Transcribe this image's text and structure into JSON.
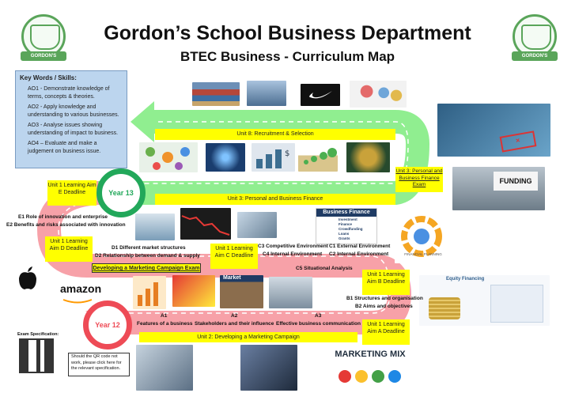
{
  "header": {
    "title": "Gordon’s School Business Department",
    "subtitle": "BTEC Business - Curriculum Map",
    "crest_text": "GORDON'S"
  },
  "key_words": {
    "heading": "Key Words / Skills:",
    "items": [
      "AO1 - Demonstrate knowledge of terms, concepts & theories.",
      "AO2 - Apply knowledge and understanding to various businesses.",
      "AO3 - Analyse issues showing understanding of impact to business.",
      "AO4 – Evaluate and make a judgement on business issue."
    ]
  },
  "years": {
    "year13": "Year  13",
    "year12": "Year  12"
  },
  "units": {
    "unit8": "Unit 8: Recruitment & Selection",
    "unit3": "Unit 3: Personal and Business Finance",
    "unit2": "Unit 2: Developing a Marketing Campaign",
    "unit3_exam": "Unit 3: Personal and Business Finance Exam",
    "unit2_exam": "Developing a Marketing Campaign Exam"
  },
  "aims": {
    "aim_e": "Unit 1 Learning Aim E Deadline",
    "aim_d": "Unit 1 Learning Aim D Deadline",
    "aim_c": "Unit 1 Learning Aim C Deadline",
    "aim_b": "Unit 1 Learning Aim B Deadline",
    "aim_a": "Unit 1 Learning Aim A Deadline"
  },
  "topics": {
    "e1": "E1 Role of innovation and enterprise",
    "e2": "E2 Benefits and risks associated with innovation",
    "d1": "D1 Different market structures",
    "d2": "D2 Relationship between demand & supply",
    "c3": "C3 Competitive Environment",
    "c1": "C1 External Environment",
    "c4": "C4 Internal Environment",
    "c2": "C2 Internal Environment",
    "c5": "C5 Situational Analysis",
    "b1": "B1 Structures and organisation",
    "b2": "B2 Aims and objectives",
    "a1_num": "A1",
    "a1": "Features of a business",
    "a2_num": "A2",
    "a2": "Stakeholders and their influence",
    "a3_num": "A3",
    "a3": "Effective business communication"
  },
  "images": {
    "business_finance_title": "Business Finance",
    "funding_text": "FUNDING",
    "market_text": "Market",
    "amazon_text": "amazon",
    "marketing_mix": "MARKETING MIX",
    "equity_title": "Equity Financing",
    "financial_planning": "FINANCIAL PLANNING",
    "finance_list": [
      "Investment",
      "Finance",
      "Crowdfunding",
      "Loans",
      "Grants"
    ]
  },
  "exam_spec": {
    "label": "Exam Specification:",
    "note": "Should the QR code not work, please click here for the relevant specification."
  },
  "colors": {
    "road_green": "#90ee90",
    "road_pink": "#f7a1a8",
    "label_yellow": "#ffff00",
    "year13_ring": "#22a85a",
    "year12_ring": "#ee4b56",
    "key_box": "#bcd5ee"
  }
}
